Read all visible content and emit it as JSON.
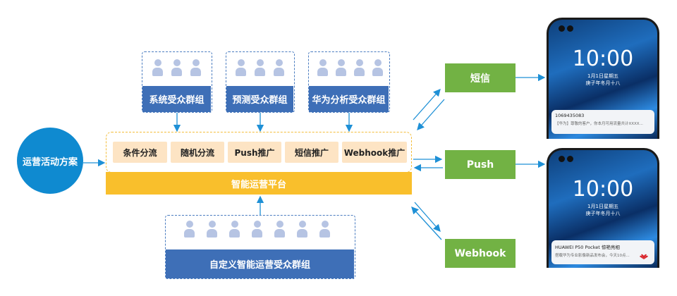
{
  "plan": {
    "label": "运营活动方案"
  },
  "audience_groups": [
    {
      "label": "系统受众群组",
      "people": 3
    },
    {
      "label": "预测受众群组",
      "people": 3
    },
    {
      "label": "华为分析受众群组",
      "people": 4
    }
  ],
  "custom_group": {
    "label": "自定义智能运营受众群组",
    "people": 7
  },
  "platform": {
    "label": "智能运营平台",
    "methods": [
      "条件分流",
      "随机分流",
      "Push推广",
      "短信推广",
      "Webhook推广"
    ]
  },
  "channels": [
    "短信",
    "Push",
    "Webhook"
  ],
  "phones": [
    {
      "time": "10:00",
      "date_line1": "1月1日星期五",
      "date_line2": "庚子年冬月十八",
      "notif_title": "1069435083",
      "notif_body": "【华为】尊敬的客户，你本月可用流量共计XXXX..."
    },
    {
      "time": "10:00",
      "date_line1": "1月1日星期五",
      "date_line2": "庚子年冬月十八",
      "notif_title": "HUAWEI P50 Pocket 惊艳亮相",
      "notif_body": "搭载华为专业影像新品发布会，今天10点..."
    }
  ],
  "colors": {
    "group_label": "#3e6fb7",
    "platform": "#f9bf2c",
    "method_bg": "#fde4c4",
    "plan": "#0f8ad0",
    "channel": "#72b244",
    "arrow": "#1e90d6"
  }
}
